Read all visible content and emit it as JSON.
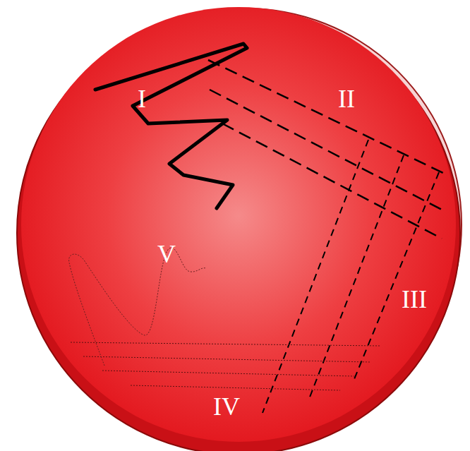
{
  "diagram": {
    "labels": [
      "I",
      "II",
      "III",
      "IV",
      "V"
    ]
  }
}
